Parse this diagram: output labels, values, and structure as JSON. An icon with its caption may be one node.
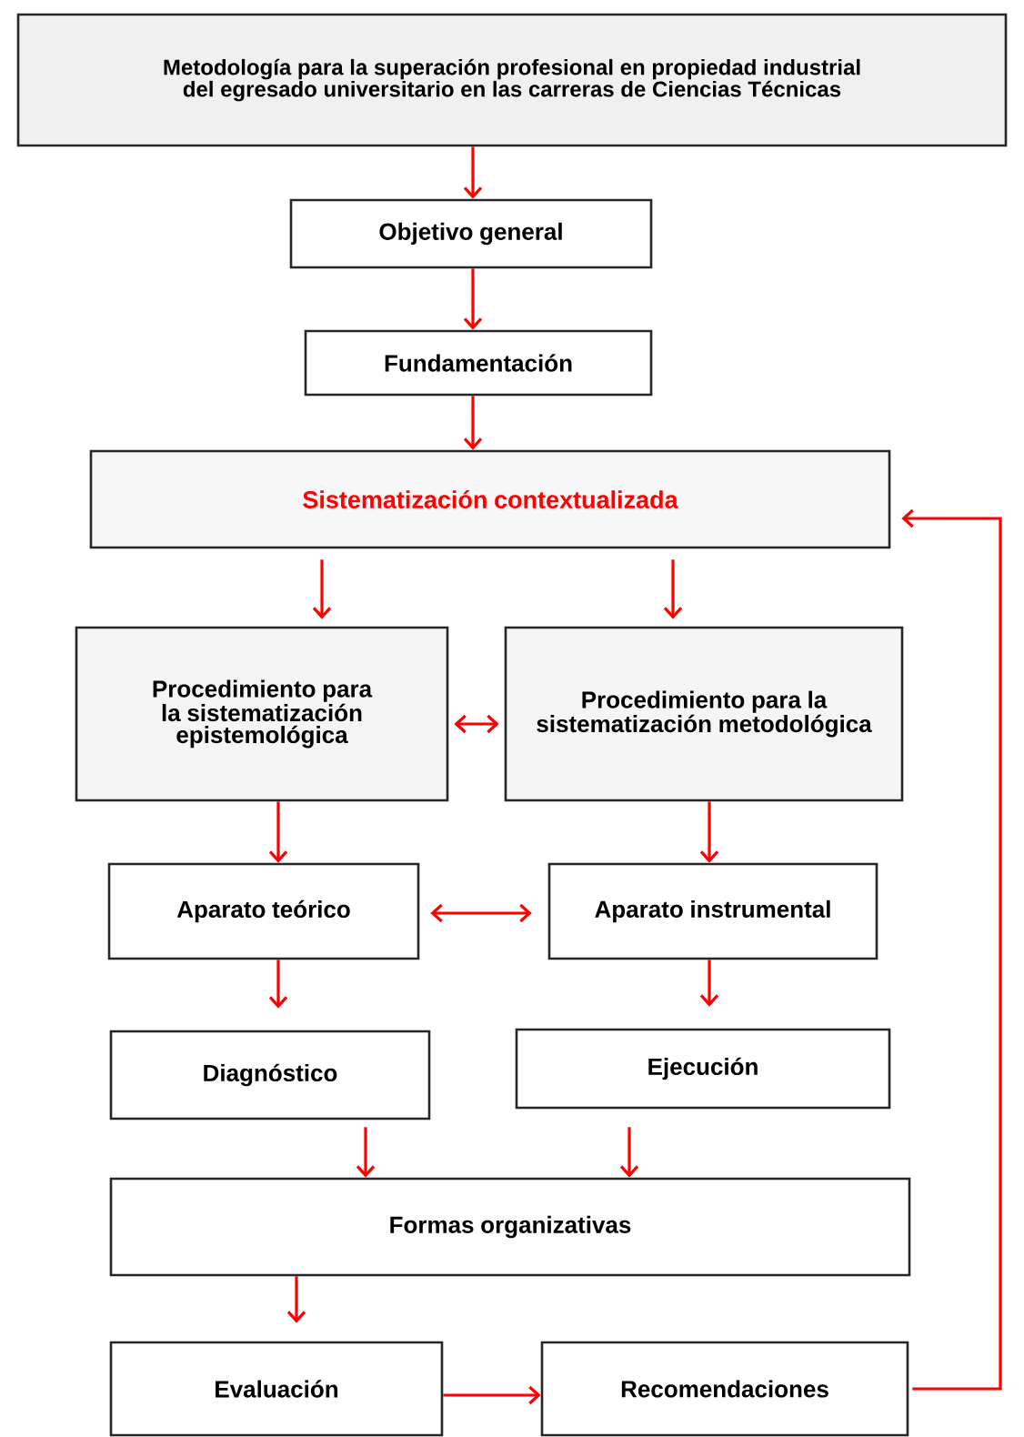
{
  "diagram": {
    "nodes": [
      {
        "text": [
          "Metodología para la superación profesional en propiedad industrial del egresado universitario en las carreras de Ciencias Técnicas"
        ]
      },
      {
        "text": [
          "Objetivo general"
        ]
      },
      {
        "text": [
          "Fundamentación"
        ]
      },
      {
        "text": [
          "Sistematización contextualizada"
        ]
      },
      {
        "text": [
          "Procedimiento para la sistematización epistemológica"
        ]
      },
      {
        "text": [
          "Procedimiento para la sistematización metodológica"
        ]
      },
      {
        "text": [
          "Aparato teórico"
        ]
      },
      {
        "text": [
          "Aparato instrumental"
        ]
      },
      {
        "text": [
          "Diagnóstico"
        ]
      },
      {
        "text": [
          "Ejecución"
        ]
      },
      {
        "text": [
          "Formas organizativas"
        ]
      },
      {
        "text": [
          "Evaluación"
        ]
      },
      {
        "text": [
          "Recomendaciones"
        ]
      }
    ],
    "edges": [
      {
        "from": 0,
        "to": 1,
        "arrow": "to"
      },
      {
        "from": 1,
        "to": 2,
        "arrow": "to"
      },
      {
        "from": 2,
        "to": 3,
        "arrow": "to"
      },
      {
        "from": 3,
        "to": 4,
        "arrow": "to"
      },
      {
        "from": 3,
        "to": 5,
        "arrow": "to"
      },
      {
        "from": 4,
        "to": 5,
        "arrow": "both"
      },
      {
        "from": 4,
        "to": 6,
        "arrow": "to"
      },
      {
        "from": 5,
        "to": 7,
        "arrow": "to"
      },
      {
        "from": 6,
        "to": 7,
        "arrow": "both"
      },
      {
        "from": 6,
        "to": 8,
        "arrow": "to"
      },
      {
        "from": 7,
        "to": 9,
        "arrow": "to"
      },
      {
        "from": 8,
        "to": 10,
        "arrow": "to"
      },
      {
        "from": 9,
        "to": 10,
        "arrow": "to"
      },
      {
        "from": 10,
        "to": 11,
        "arrow": "to"
      },
      {
        "from": 11,
        "to": 12,
        "arrow": "to"
      },
      {
        "from": 12,
        "to": 3,
        "arrow": "to"
      }
    ]
  }
}
